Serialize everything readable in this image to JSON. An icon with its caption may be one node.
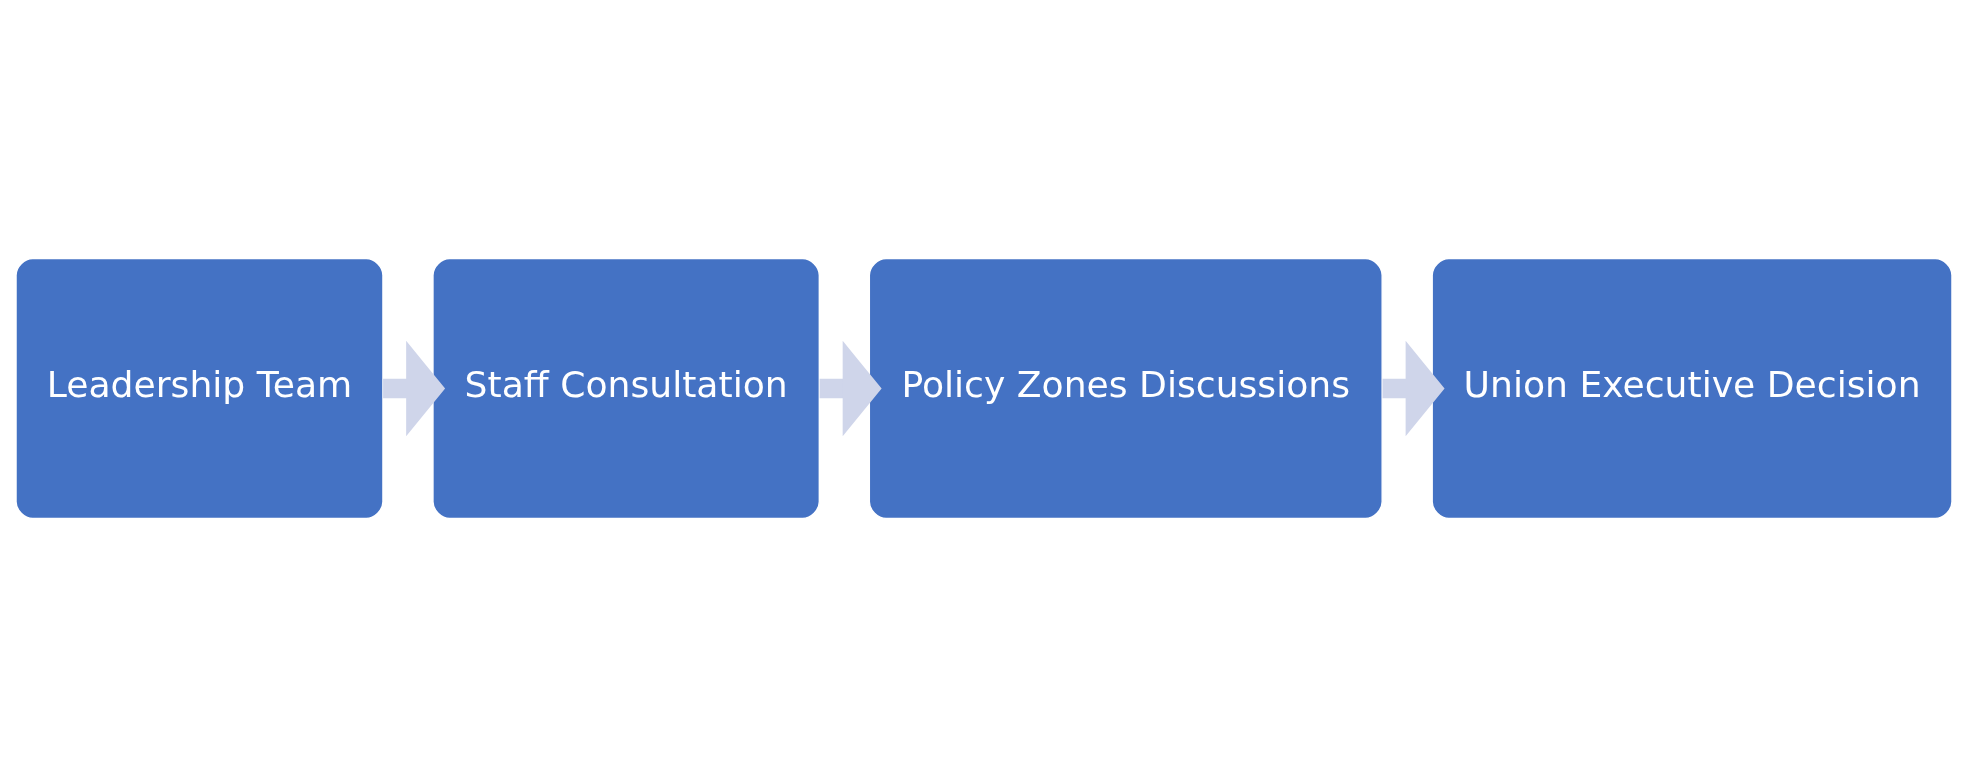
{
  "diagram": {
    "nodes": [
      {
        "text": [
          "Leadership Team"
        ]
      },
      {
        "text": [
          "Staff Consultation"
        ]
      },
      {
        "text": [
          "Policy Zones Discussions"
        ]
      },
      {
        "text": [
          "Union Executive Decision"
        ]
      }
    ],
    "edges": [
      {
        "from": 0,
        "to": 1,
        "arrow": "to"
      },
      {
        "from": 1,
        "to": 2,
        "arrow": "to"
      },
      {
        "from": 2,
        "to": 3,
        "arrow": "to"
      }
    ]
  }
}
